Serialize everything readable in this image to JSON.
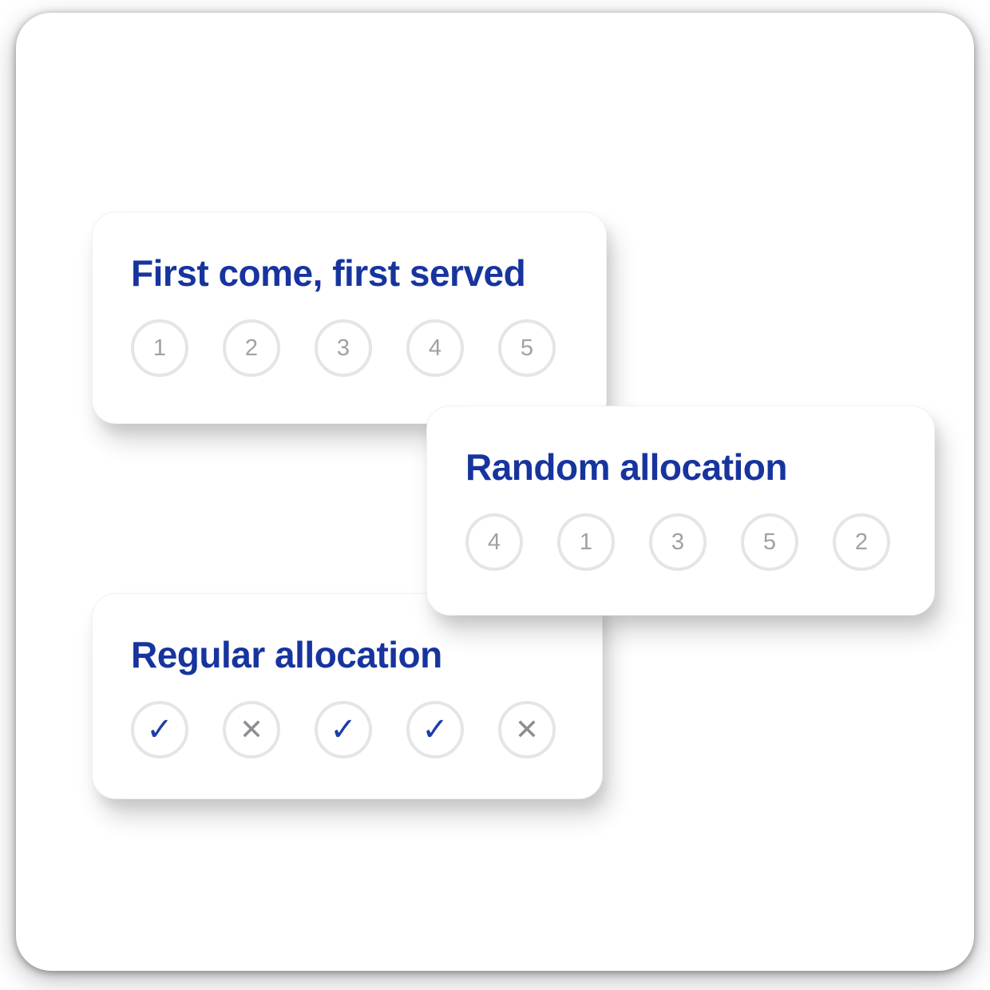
{
  "colors": {
    "title_blue": "#17349e",
    "check_blue": "#1c3ea8",
    "number_gray": "#9fa1a4",
    "cross_gray": "#8b8e93",
    "circle_border": "#e4e5e7",
    "card_background": "#ffffff"
  },
  "cards": [
    {
      "title": "First come, first served",
      "tokens": [
        {
          "kind": "number",
          "glyph": "1"
        },
        {
          "kind": "number",
          "glyph": "2"
        },
        {
          "kind": "number",
          "glyph": "3"
        },
        {
          "kind": "number",
          "glyph": "4"
        },
        {
          "kind": "number",
          "glyph": "5"
        }
      ]
    },
    {
      "title": "Random allocation",
      "tokens": [
        {
          "kind": "number",
          "glyph": "4"
        },
        {
          "kind": "number",
          "glyph": "1"
        },
        {
          "kind": "number",
          "glyph": "3"
        },
        {
          "kind": "number",
          "glyph": "5"
        },
        {
          "kind": "number",
          "glyph": "2"
        }
      ]
    },
    {
      "title": "Regular allocation",
      "tokens": [
        {
          "kind": "check",
          "glyph": "✓"
        },
        {
          "kind": "cross",
          "glyph": "✕"
        },
        {
          "kind": "check",
          "glyph": "✓"
        },
        {
          "kind": "check",
          "glyph": "✓"
        },
        {
          "kind": "cross",
          "glyph": "✕"
        }
      ]
    }
  ]
}
